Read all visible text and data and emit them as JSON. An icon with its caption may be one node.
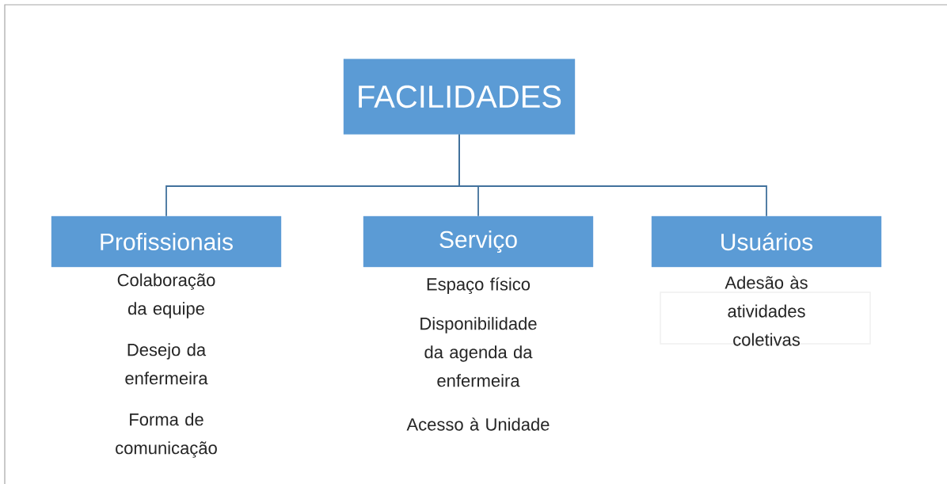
{
  "diagram": {
    "nodes": [
      {
        "text": [
          "FACILIDADES"
        ]
      },
      {
        "text": [
          "Profissionais"
        ],
        "beside": [
          "Colaboração da equipe",
          "Desejo da enfermeira",
          "Forma de comunicação"
        ]
      },
      {
        "text": [
          "Serviço"
        ],
        "beside": [
          "Espaço físico",
          "Disponibilidade da agenda da enfermeira",
          "Acesso à Unidade"
        ]
      },
      {
        "text": [
          "Usuários"
        ],
        "beside": [
          "Adesão às atividades coletivas"
        ]
      }
    ],
    "edges": [
      {
        "from": 0,
        "to": 1,
        "arrow": "none"
      },
      {
        "from": 0,
        "to": 2,
        "arrow": "none"
      },
      {
        "from": 0,
        "to": 3,
        "arrow": "none"
      }
    ]
  }
}
